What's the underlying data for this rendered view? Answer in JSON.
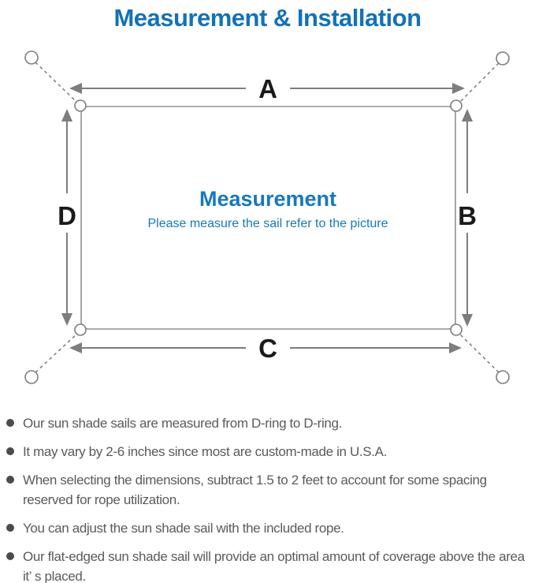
{
  "title": "Measurement & Installation",
  "colors": {
    "accent_blue": "#1272b8",
    "center_text_blue": "#1878be",
    "diagram_line_gray": "#7d7d7d",
    "sail_border_gray": "#909090",
    "dimension_label_black": "#1a1a1a",
    "note_text_gray": "#5a5a5c",
    "bullet_dot_gray": "#4b4b4d"
  },
  "diagram": {
    "labels": {
      "top": "A",
      "right": "B",
      "bottom": "C",
      "left": "D"
    },
    "center_title": "Measurement",
    "center_subtitle": "Please measure the sail refer to the picture"
  },
  "notes": [
    "Our sun shade sails are measured from D-ring to D-ring.",
    "It may vary by 2-6 inches since most are custom-made in U.S.A.",
    "When selecting the dimensions, subtract 1.5 to 2 feet to account for some spacing reserved for rope utilization.",
    "You can adjust the sun shade sail with the included rope.",
    "Our flat-edged sun shade sail will provide an optimal amount of coverage above the area it’ s placed."
  ]
}
